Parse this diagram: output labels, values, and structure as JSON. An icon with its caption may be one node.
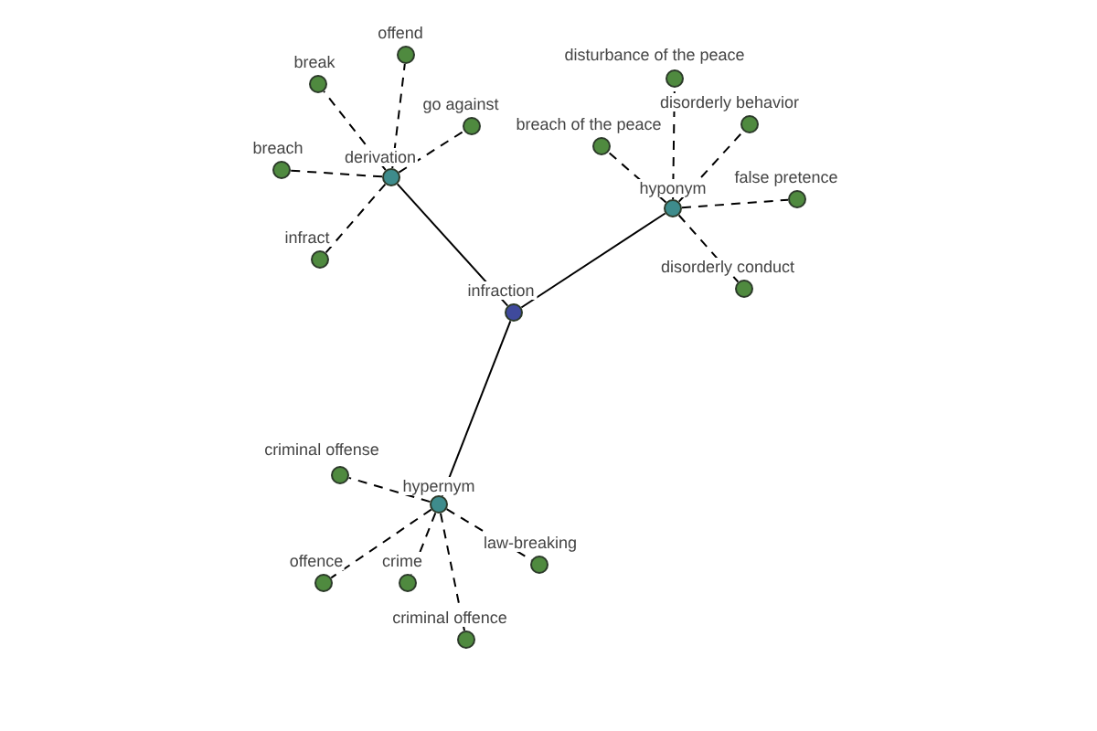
{
  "diagram": {
    "nodes": [
      {
        "text": [],
        "shape": "circle",
        "beside": [
          "infraction"
        ]
      },
      {
        "text": [],
        "shape": "circle",
        "beside": [
          "derivation"
        ]
      },
      {
        "text": [],
        "shape": "circle",
        "beside": [
          "hyponym"
        ]
      },
      {
        "text": [],
        "shape": "circle",
        "beside": [
          "hypernym"
        ]
      },
      {
        "text": [],
        "shape": "circle",
        "beside": [
          "offend"
        ]
      },
      {
        "text": [],
        "shape": "circle",
        "beside": [
          "break"
        ]
      },
      {
        "text": [],
        "shape": "circle",
        "beside": [
          "go against"
        ]
      },
      {
        "text": [],
        "shape": "circle",
        "beside": [
          "breach"
        ]
      },
      {
        "text": [],
        "shape": "circle",
        "beside": [
          "infract"
        ]
      },
      {
        "text": [],
        "shape": "circle",
        "beside": [
          "disturbance of the peace"
        ]
      },
      {
        "text": [],
        "shape": "circle",
        "beside": [
          "breach of the peace"
        ]
      },
      {
        "text": [],
        "shape": "circle",
        "beside": [
          "disorderly behavior"
        ]
      },
      {
        "text": [],
        "shape": "circle",
        "beside": [
          "false pretence"
        ]
      },
      {
        "text": [],
        "shape": "circle",
        "beside": [
          "disorderly conduct"
        ]
      },
      {
        "text": [],
        "shape": "circle",
        "beside": [
          "criminal offense"
        ]
      },
      {
        "text": [],
        "shape": "circle",
        "beside": [
          "offence"
        ]
      },
      {
        "text": [],
        "shape": "circle",
        "beside": [
          "crime"
        ]
      },
      {
        "text": [],
        "shape": "circle",
        "beside": [
          "law-breaking"
        ]
      },
      {
        "text": [],
        "shape": "circle",
        "beside": [
          "criminal offence"
        ]
      }
    ],
    "edges": [
      {
        "from": 0,
        "to": 1,
        "arrow": "none"
      },
      {
        "from": 0,
        "to": 2,
        "arrow": "none"
      },
      {
        "from": 0,
        "to": 3,
        "arrow": "none"
      },
      {
        "from": 1,
        "to": 4,
        "arrow": "none",
        "style": "dashed"
      },
      {
        "from": 1,
        "to": 5,
        "arrow": "none",
        "style": "dashed"
      },
      {
        "from": 1,
        "to": 6,
        "arrow": "none",
        "style": "dashed"
      },
      {
        "from": 1,
        "to": 7,
        "arrow": "none",
        "style": "dashed"
      },
      {
        "from": 1,
        "to": 8,
        "arrow": "none",
        "style": "dashed"
      },
      {
        "from": 2,
        "to": 9,
        "arrow": "none",
        "style": "dashed"
      },
      {
        "from": 2,
        "to": 10,
        "arrow": "none",
        "style": "dashed"
      },
      {
        "from": 2,
        "to": 11,
        "arrow": "none",
        "style": "dashed"
      },
      {
        "from": 2,
        "to": 12,
        "arrow": "none",
        "style": "dashed"
      },
      {
        "from": 2,
        "to": 13,
        "arrow": "none",
        "style": "dashed"
      },
      {
        "from": 3,
        "to": 14,
        "arrow": "none",
        "style": "dashed"
      },
      {
        "from": 3,
        "to": 15,
        "arrow": "none",
        "style": "dashed"
      },
      {
        "from": 3,
        "to": 16,
        "arrow": "none",
        "style": "dashed"
      },
      {
        "from": 3,
        "to": 17,
        "arrow": "none",
        "style": "dashed"
      },
      {
        "from": 3,
        "to": 18,
        "arrow": "none",
        "style": "dashed"
      }
    ]
  }
}
